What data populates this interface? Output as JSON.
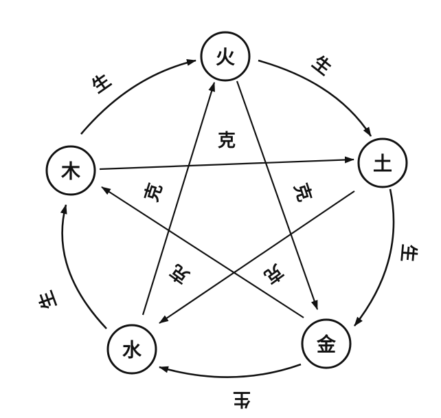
{
  "nodes": {
    "fire": "火",
    "wood": "木",
    "earth": "土",
    "water": "水",
    "metal": "金"
  },
  "labels": {
    "generate": "生",
    "restrain": "克"
  },
  "colors": {
    "ink": "#111111",
    "background": "#ffffff"
  }
}
